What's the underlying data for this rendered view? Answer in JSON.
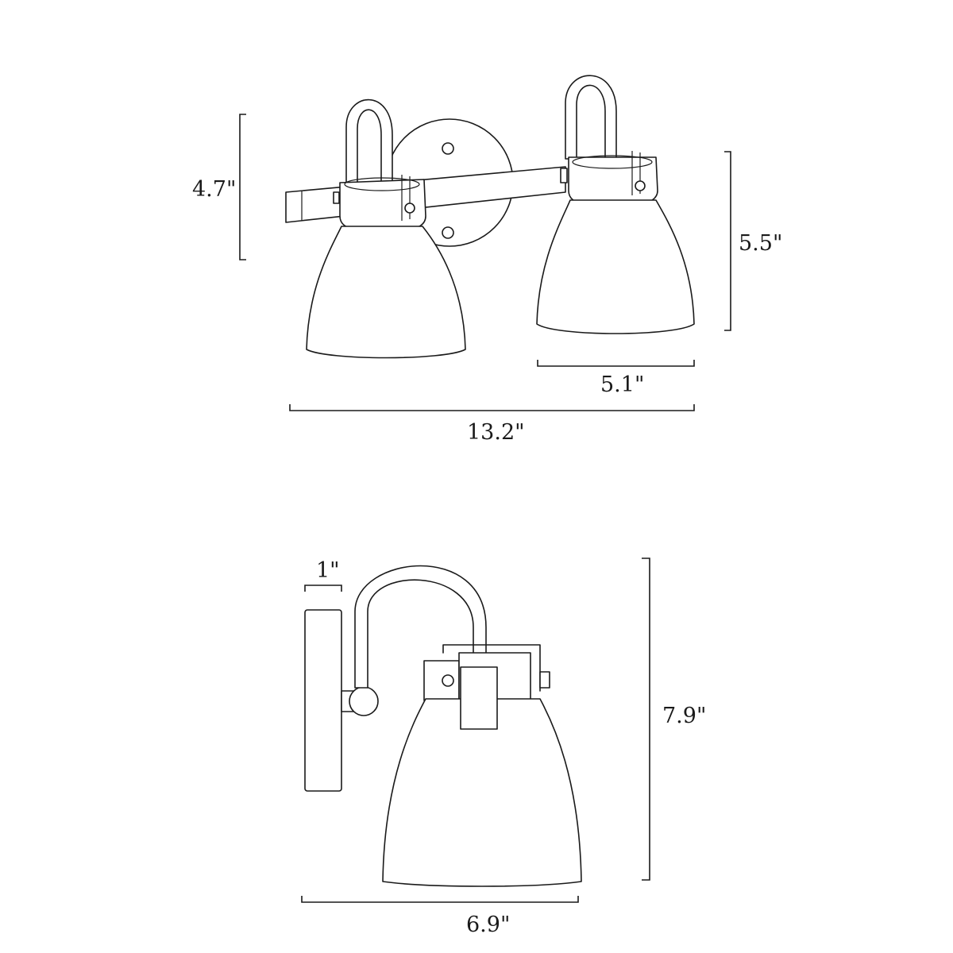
{
  "front_view": {
    "height_arm": "4.7\"",
    "height_shade": "5.5\"",
    "shade_width": "5.1\"",
    "total_width": "13.2\""
  },
  "side_view": {
    "backplate_depth": "1\"",
    "total_height": "7.9\"",
    "total_extension": "6.9\""
  }
}
